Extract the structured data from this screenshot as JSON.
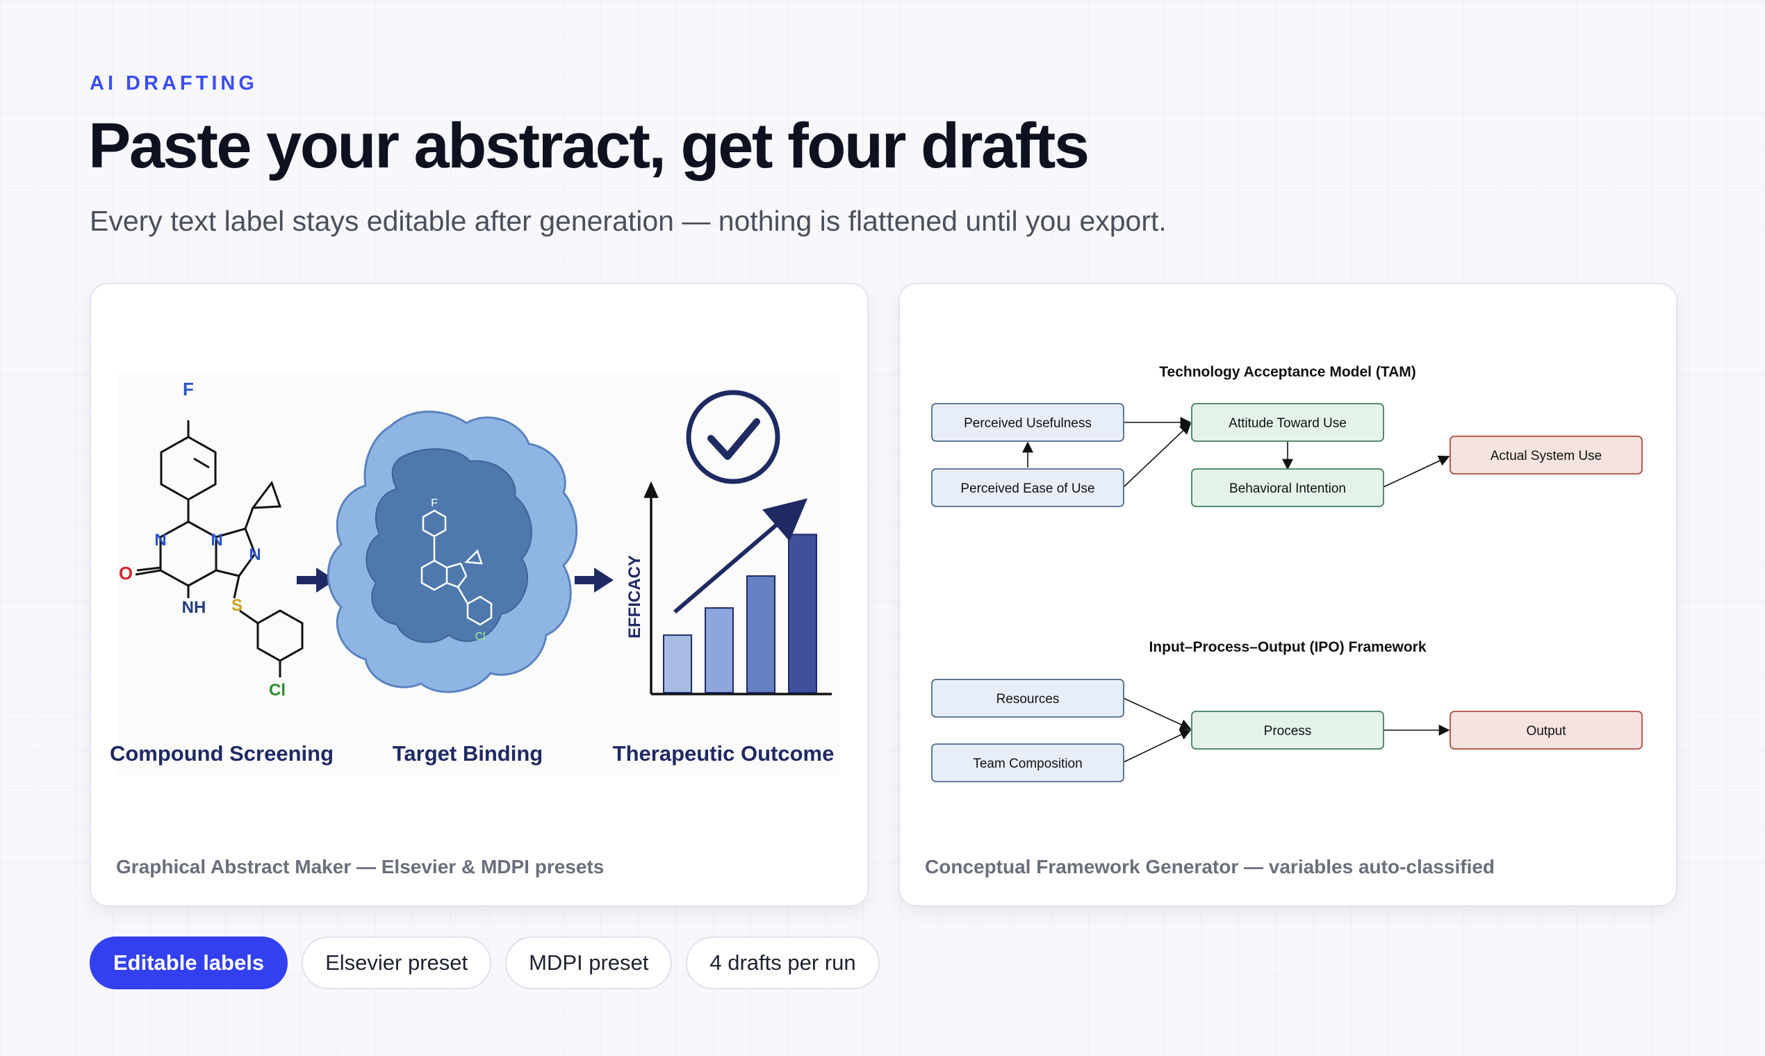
{
  "header": {
    "eyebrow": "AI DRAFTING",
    "title": "Paste your abstract, get four drafts",
    "subtitle": "Every text label stays editable after generation — nothing is flattened until you export."
  },
  "cards": [
    {
      "caption": "Graphical Abstract Maker — Elsevier & MDPI presets",
      "stages": [
        "Compound Screening",
        "Target Binding",
        "Therapeutic Outcome"
      ],
      "axis_label": "EFFICACY",
      "bar_levels": [
        0.36,
        0.53,
        0.73,
        0.99
      ],
      "atoms": {
        "F": "F",
        "N": "N",
        "O": "O",
        "NH": "NH",
        "S": "S",
        "Cl": "Cl"
      },
      "colors": {
        "navy": "#1f2a63",
        "protein": "#8fb6e3",
        "bar_light": "#a9bde4",
        "bar_dark": "#3f519d"
      }
    },
    {
      "caption": "Conceptual Framework Generator — variables auto-classified",
      "tam": {
        "title": "Technology Acceptance Model (TAM)",
        "nodes": {
          "pu": "Perceived Usefulness",
          "peou": "Perceived Ease of Use",
          "att": "Attitude Toward Use",
          "bi": "Behavioral Intention",
          "asu": "Actual System Use"
        }
      },
      "ipo": {
        "title": "Input–Process–Output (IPO) Framework",
        "nodes": {
          "res": "Resources",
          "team": "Team Composition",
          "proc": "Process",
          "out": "Output"
        }
      },
      "colors": {
        "blue": "#e8eef8",
        "green": "#e4f2ea",
        "red": "#f4e3df"
      }
    }
  ],
  "chips": [
    "Editable labels",
    "Elsevier preset",
    "MDPI preset",
    "4 drafts per run"
  ]
}
